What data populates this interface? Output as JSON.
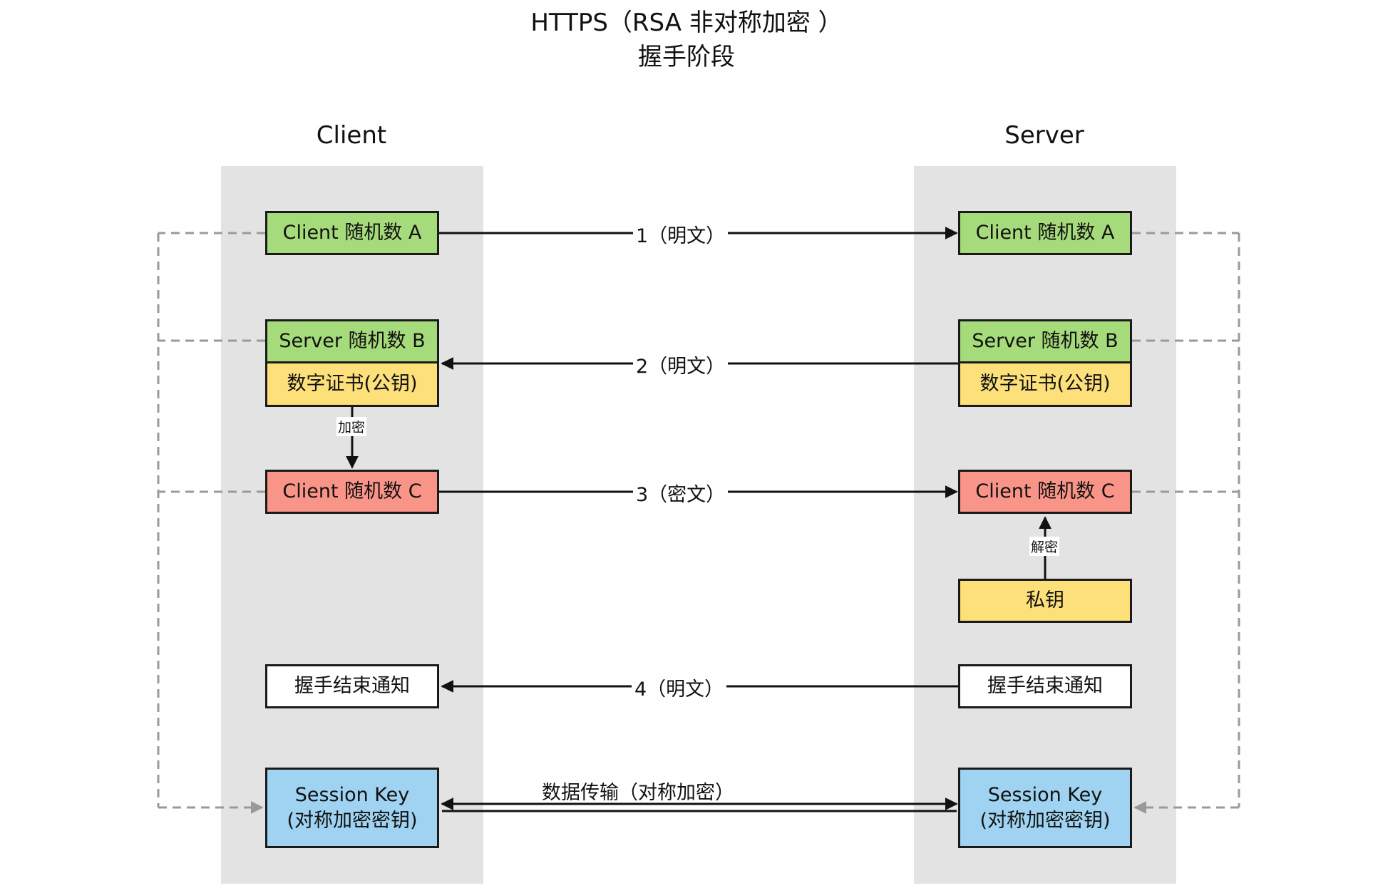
{
  "title": {
    "line1": "HTTPS（RSA 非对称加密 ）",
    "line2": "握手阶段"
  },
  "columns": {
    "client": "Client",
    "server": "Server"
  },
  "client": {
    "random_a": "Client 随机数 A",
    "random_b": "Server 随机数 B",
    "cert": "数字证书(公钥)",
    "random_c": "Client 随机数 C",
    "handshake_end": "握手结束通知",
    "session_key": "Session Key\n(对称加密密钥)"
  },
  "server": {
    "random_a": "Client 随机数 A",
    "random_b": "Server 随机数 B",
    "cert": "数字证书(公钥)",
    "random_c": "Client 随机数 C",
    "private_key": "私钥",
    "handshake_end": "握手结束通知",
    "session_key": "Session Key\n(对称加密密钥)"
  },
  "arrows": {
    "step1": "1（明文）",
    "step2": "2（明文）",
    "step3": "3（密文）",
    "step4": "4（明文）",
    "data_transfer": "数据传输（对称加密）",
    "encrypt": "加密",
    "decrypt": "解密"
  },
  "colors": {
    "green": "#a6db7b",
    "yellow": "#fde07a",
    "red": "#f99488",
    "blue": "#9fd3f1",
    "lane": "#e3e3e3"
  }
}
